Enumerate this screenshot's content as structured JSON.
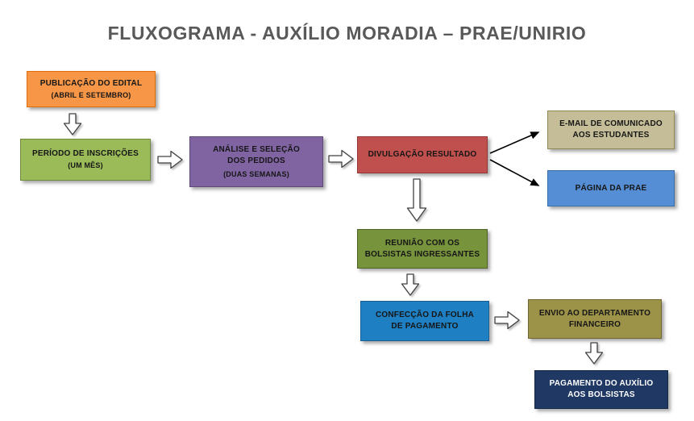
{
  "title": "FLUXOGRAMA - AUXÍLIO MORADIA – PRAE/UNIRIO",
  "title_color": "#595959",
  "nodes": {
    "publicacao_edital": {
      "line1": "PUBLICAÇÃO DO EDITAL",
      "line2": "(ABRIL E SETEMBRO)",
      "fill": "#F79646",
      "border": "#E36C0A"
    },
    "periodo_inscricoes": {
      "line1": "PERÍODO DE INSCRIÇÕES",
      "line2": "(UM MÊS)",
      "fill": "#9BBB59",
      "border": "#71893F"
    },
    "analise_selecao": {
      "line1": "ANÁLISE E SELEÇÃO",
      "line2": "DOS PEDIDOS",
      "line3": "(DUAS SEMANAS)",
      "fill": "#8064A2",
      "border": "#5F497A"
    },
    "divulgacao_resultado": {
      "line1": "DIVULGAÇÃO RESULTADO",
      "fill": "#C0504D",
      "border": "#943634"
    },
    "email_comunicado": {
      "line1": "E-MAIL DE COMUNICADO",
      "line2": "AOS ESTUDANTES",
      "fill": "#C4BD97",
      "border": "#938953"
    },
    "pagina_prae": {
      "line1": "PÁGINA DA PRAE",
      "fill": "#558ED5",
      "border": "#3A6EA8"
    },
    "reuniao_bolsistas": {
      "line1": "REUNIÃO COM OS",
      "line2": "BOLSISTAS INGRESSANTES",
      "fill": "#77933C",
      "border": "#4F6228"
    },
    "confeccao_folha": {
      "line1": "CONFECÇÃO DA FOLHA",
      "line2": "DE PAGAMENTO",
      "fill": "#1E7FC2",
      "border": "#1A5E94"
    },
    "envio_departamento": {
      "line1": "ENVIO AO DEPARTAMENTO",
      "line2": "FINANCEIRO",
      "fill": "#9C9348",
      "border": "#6E6630"
    },
    "pagamento_auxilio": {
      "line1": "PAGAMENTO DO AUXÍLIO",
      "line2": "AOS BOLSISTAS",
      "fill": "#1F3864",
      "border": "#142743",
      "text_color": "#FFFFFF"
    }
  },
  "edges": [
    {
      "from": "publicacao_edital",
      "to": "periodo_inscricoes",
      "style": "block-arrow-down"
    },
    {
      "from": "periodo_inscricoes",
      "to": "analise_selecao",
      "style": "block-arrow-right"
    },
    {
      "from": "analise_selecao",
      "to": "divulgacao_resultado",
      "style": "block-arrow-right"
    },
    {
      "from": "divulgacao_resultado",
      "to": "email_comunicado",
      "style": "thin-arrow"
    },
    {
      "from": "divulgacao_resultado",
      "to": "pagina_prae",
      "style": "thin-arrow"
    },
    {
      "from": "divulgacao_resultado",
      "to": "reuniao_bolsistas",
      "style": "block-arrow-down"
    },
    {
      "from": "reuniao_bolsistas",
      "to": "confeccao_folha",
      "style": "block-arrow-down"
    },
    {
      "from": "confeccao_folha",
      "to": "envio_departamento",
      "style": "block-arrow-right"
    },
    {
      "from": "envio_departamento",
      "to": "pagamento_auxilio",
      "style": "block-arrow-down"
    }
  ]
}
